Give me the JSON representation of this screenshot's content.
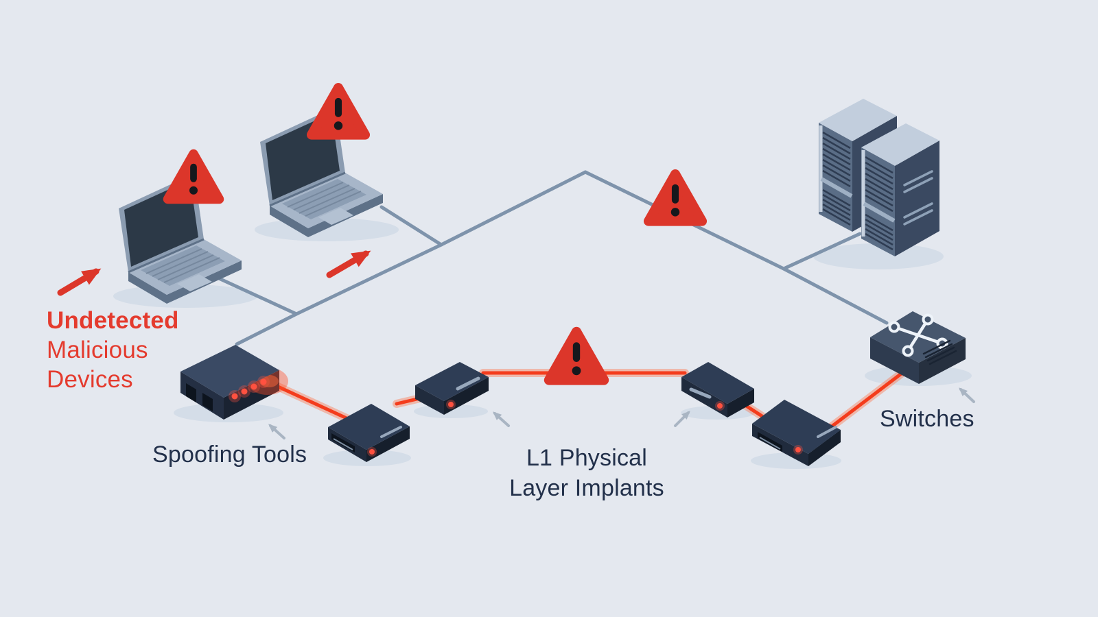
{
  "labels": {
    "undetected": {
      "line1": "Undetected",
      "line2": "Malicious",
      "line3": "Devices"
    },
    "spoofing_tools": "Spoofing Tools",
    "l1_implants": {
      "line1": "L1 Physical",
      "line2": "Layer Implants"
    },
    "switches": "Switches"
  },
  "colors": {
    "bg": "#e4e8ef",
    "red": "#dc362a",
    "red_text": "#e43b2e",
    "cable": "#f43c1c",
    "cable_glow": "#ff6a3c",
    "line": "#7e93ab",
    "ink": "#22304a",
    "arrow_gray": "#a9b5c3",
    "led": "#ff5140",
    "device_top": "#2e3d55",
    "device_front": "#202b3d",
    "device_side": "#161f2c",
    "laptop_body": "#a7b6c9",
    "laptop_screen": "#2c3947",
    "server_top": "#c2cedd",
    "server_front": "#5a6d86",
    "server_side": "#3a4961",
    "switch_top": "#46566d",
    "glyph_white": "#eef3f9"
  },
  "diagram": {
    "warning_triangle_count": 4,
    "nodes": [
      {
        "name": "laptop-1",
        "type": "laptop",
        "warning": true
      },
      {
        "name": "laptop-2",
        "type": "laptop",
        "warning": true
      },
      {
        "name": "server-rack",
        "type": "server-pair",
        "warning": false
      },
      {
        "name": "network-switch",
        "type": "switch",
        "label": "Switches",
        "warning": false
      },
      {
        "name": "spoofing-tool-box",
        "type": "malicious-device",
        "label": "Spoofing Tools",
        "warning": false
      },
      {
        "name": "implant-device-1",
        "type": "malicious-device",
        "label": "L1 Physical Layer Implants",
        "warning": false
      },
      {
        "name": "implant-device-2",
        "type": "malicious-device",
        "label": "L1 Physical Layer Implants",
        "warning": false
      },
      {
        "name": "implant-device-3",
        "type": "malicious-device",
        "label": "L1 Physical Layer Implants",
        "warning": false
      },
      {
        "name": "implant-device-4",
        "type": "malicious-device",
        "label": "L1 Physical Layer Implants",
        "warning": false
      }
    ],
    "links": {
      "lan_color_name": "gray-blue",
      "malicious_path_color_name": "red"
    }
  }
}
